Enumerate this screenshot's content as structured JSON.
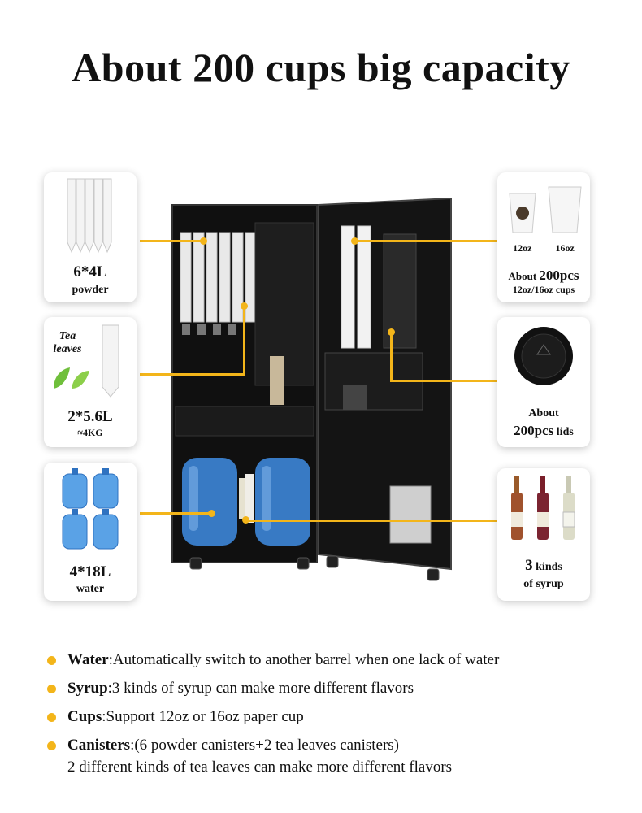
{
  "title": "About 200 cups big capacity",
  "cards": {
    "powder": {
      "value": "6*4L",
      "label": "powder"
    },
    "tea": {
      "tag": "Tea\nleaves",
      "tag1": "Tea",
      "tag2": "leaves",
      "value": "2*5.6L",
      "sub": "≈4KG"
    },
    "water": {
      "value": "4*18L",
      "label": "water"
    },
    "cups": {
      "size1": "12oz",
      "size2": "16oz",
      "line1_pre": "About ",
      "line1_bold": "200pcs",
      "line2": "12oz/16oz cups"
    },
    "lids": {
      "line1": "About",
      "line2_bold": "200pcs",
      "line2_rest": " lids"
    },
    "syrup": {
      "num": "3",
      "line1_rest": " kinds",
      "line2": "of syrup"
    }
  },
  "bullets": [
    {
      "label": "Water",
      "text": ":Automatically switch to another barrel when one lack of water"
    },
    {
      "label": "Syrup",
      "text": ":3 kinds of syrup can make more different flavors"
    },
    {
      "label": "Cups",
      "text": ":Support 12oz or 16oz paper cup"
    },
    {
      "label": "Canisters",
      "text": ":(6 powder canisters+2 tea leaves canisters)",
      "cont": "2 different kinds of tea leaves can make more different flavors"
    }
  ],
  "colors": {
    "accent": "#f3b51a",
    "machine": "#111111",
    "water_bottle": "#3d86d8"
  }
}
